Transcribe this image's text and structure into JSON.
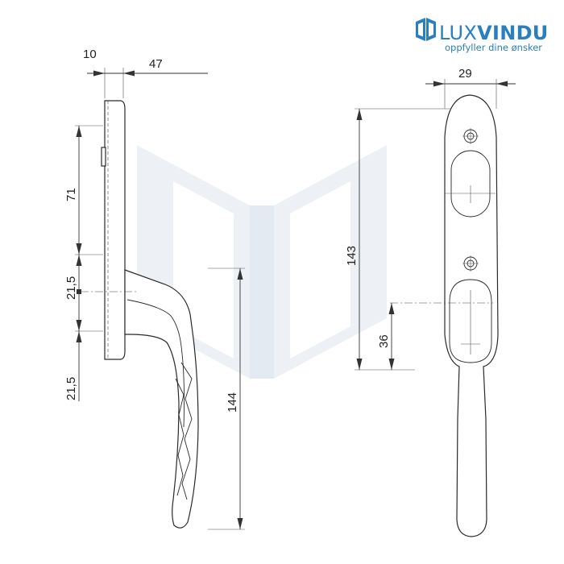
{
  "brand": {
    "name_light": "LUX",
    "name_bold": "VINDU",
    "tagline": "oppfyller dine ønsker",
    "blue": "#2a7fbf",
    "watermark_color": "#e9eef4"
  },
  "dimensions": {
    "base_thickness": "10",
    "handle_projection": "47",
    "upper_screw_offset": "71",
    "spindle_offset_top": "21,5",
    "spindle_offset_bottom": "21,5",
    "lever_length": "144",
    "width": "29",
    "total_height": "143",
    "spindle_height": "36"
  }
}
